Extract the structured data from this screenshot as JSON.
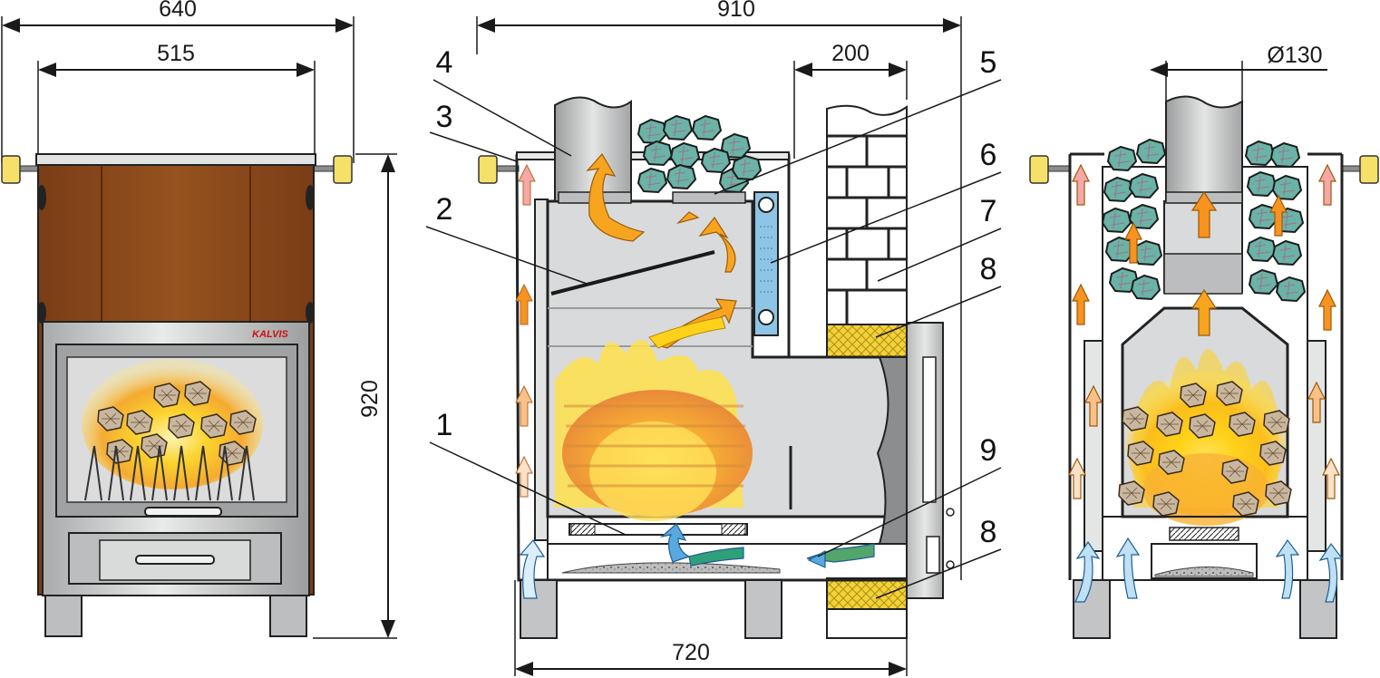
{
  "dimensions": {
    "front_outer_width": "640",
    "front_inner_width": "515",
    "height": "920",
    "side_total_width": "910",
    "wall_offset": "200",
    "side_base_width": "720",
    "chimney_diameter": "Ø130"
  },
  "callouts": [
    "1",
    "2",
    "3",
    "4",
    "5",
    "6",
    "7",
    "8",
    "8",
    "9"
  ],
  "brand": "KALVIS",
  "colors": {
    "wood_panel": "#8a4a1e",
    "steel": "#c9cacb",
    "firebox": "#d9dadb",
    "flame_yellow": "#ffd21a",
    "flame_orange": "#f7931e",
    "water_tank": "#8ec5e6",
    "insulation": "#f2d23a",
    "stones": "#5fa89c",
    "air_blue": "#59a8e0",
    "hot_air": "#f6a7a7"
  }
}
